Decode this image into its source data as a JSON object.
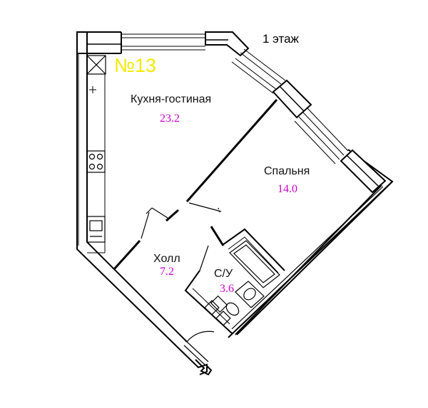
{
  "floor_label": "1 этаж",
  "apartment_number": "№13",
  "colors": {
    "apartment_number": "#f2ea00",
    "area": "#cc00cc",
    "wall": "#000000",
    "background": "#ffffff"
  },
  "rooms": [
    {
      "name": "Кухня-гостиная",
      "area": "23.2"
    },
    {
      "name": "Спальня",
      "area": "14.0"
    },
    {
      "name": "Холл",
      "area": "7.2"
    },
    {
      "name": "С/У",
      "area": "3.6"
    }
  ],
  "fixtures": [
    "kitchen-sink-icon",
    "stove-icon",
    "cabinet-x-icon",
    "bathtub-icon",
    "toilet-icon",
    "washbasin-icon"
  ]
}
